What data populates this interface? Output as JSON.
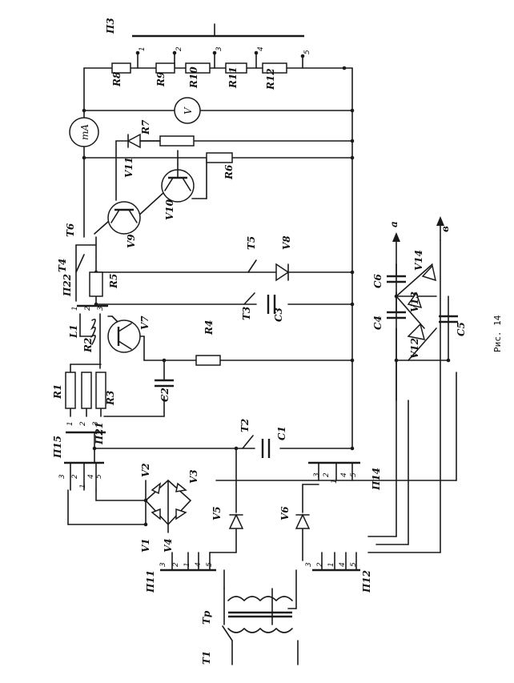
{
  "caption": "Рис. 14",
  "components": {
    "T1": "T1",
    "Tp": "Tp",
    "T2": "T2",
    "T3": "T3",
    "T4": "T4",
    "T5": "T5",
    "T6": "T6",
    "V1": "V1",
    "V2": "V2",
    "V3": "V3",
    "V4": "V4",
    "V5": "V5",
    "V6": "V6",
    "V7": "V7",
    "V8": "V8",
    "V9": "V9",
    "V10": "V10",
    "V11": "V11",
    "V12": "V12",
    "V13": "V13",
    "V14": "V14",
    "R1": "R1",
    "R2": "R2",
    "R3": "R3",
    "R4": "R4",
    "R5": "R5",
    "R6": "R6",
    "R7": "R7",
    "R8": "R8",
    "R9": "R9",
    "R10": "R10",
    "R11": "R11",
    "R12": "R12",
    "C1": "C1",
    "C2": "C2",
    "C3": "C3",
    "C4": "C4",
    "C5": "C5",
    "C6": "C6",
    "L1": "L1",
    "P3": "П3",
    "P11": "П11",
    "P12": "П12",
    "P14": "П14",
    "P15": "П15",
    "P21": "П21",
    "P22": "П22"
  },
  "meters": {
    "mA": "mA",
    "V": "V"
  },
  "terminals": {
    "a": "a",
    "b": "в"
  },
  "pin_labels": {
    "p3": [
      "1",
      "2",
      "3",
      "4",
      "5"
    ],
    "p11": [
      "3",
      "2",
      "1",
      "4",
      "5"
    ],
    "p12": [
      "3",
      "2",
      "1",
      "4",
      "5"
    ],
    "p14": [
      "3",
      "2",
      "1",
      "4",
      "5"
    ],
    "p15": [
      "3",
      "2",
      "1",
      "4",
      "5"
    ],
    "p21": [
      "1",
      "2",
      "3"
    ],
    "p22": [
      "1",
      "2",
      "3"
    ]
  }
}
